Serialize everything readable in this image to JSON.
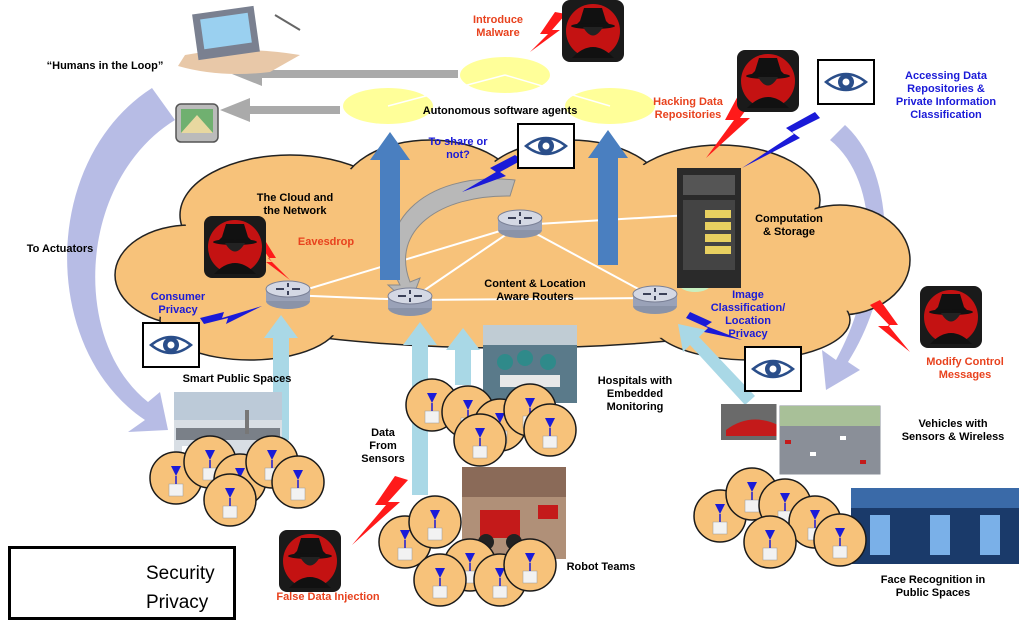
{
  "labels": {
    "humans_in_loop": "“Humans in the Loop”",
    "introduce_malware": "Introduce\nMalware",
    "autonomous_agents": "Autonomous software agents",
    "hacking_repos": "Hacking Data\nRepositories",
    "accessing_repos": "Accessing Data\nRepositories &\nPrivate Information\nClassification",
    "to_share": "To share or\nnot?",
    "cloud_network": "The Cloud and\nthe Network",
    "computation_storage": "Computation\n& Storage",
    "to_actuators": "To Actuators",
    "eavesdrop": "Eavesdrop",
    "consumer_privacy": "Consumer\nPrivacy",
    "content_routers": "Content & Location\nAware Routers",
    "image_classification": "Image\nClassification/\nLocation\nPrivacy",
    "modify_control": "Modify Control\nMessages",
    "smart_public": "Smart Public Spaces",
    "hospitals": "Hospitals with\nEmbedded\nMonitoring",
    "data_from_sensors": "Data\nFrom\nSensors",
    "vehicles": "Vehicles with\nSensors & Wireless",
    "robot_teams": "Robot Teams",
    "face_recognition": "Face Recognition in\nPublic Spaces",
    "false_data": "False Data Injection"
  },
  "legend": {
    "security": "Security",
    "privacy": "Privacy"
  },
  "colors": {
    "security": "#ff1a1a",
    "privacy": "#1a1ad8",
    "cloud": "#f7c27a",
    "agent": "#ffff99",
    "upload_arrow": "#4a7fc0",
    "sensor_arrow": "#a9d8e6",
    "loop_arrow": "#aab0e0",
    "sensor_node": "#f7c27a"
  },
  "icons": {
    "hacker": "hacker-icon",
    "eye": "eye-icon",
    "router": "router-icon",
    "lightning": "lightning-icon"
  }
}
